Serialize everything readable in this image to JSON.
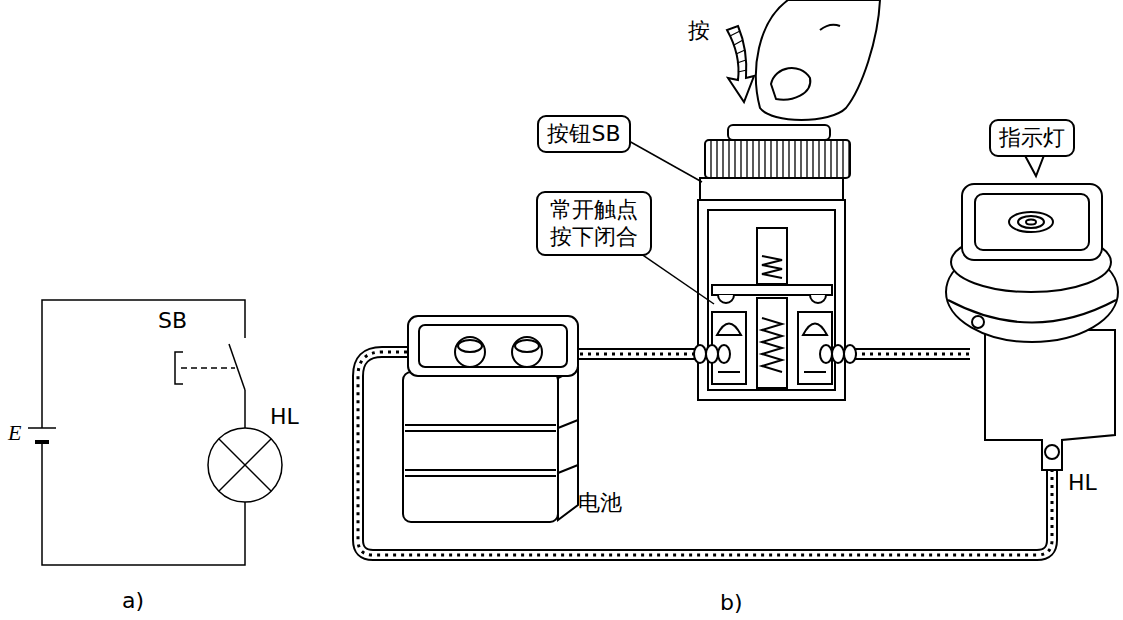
{
  "diagram": {
    "nodes": [
      {
        "text": [
          "按钮SB"
        ]
      },
      {
        "text": [
          "常开触点 按下闭合"
        ]
      },
      {
        "text": [
          "指示灯"
        ]
      }
    ],
    "labels": [
      "按",
      "SB",
      "E",
      "HL",
      "电池",
      "HL",
      "a)",
      "b)"
    ]
  }
}
